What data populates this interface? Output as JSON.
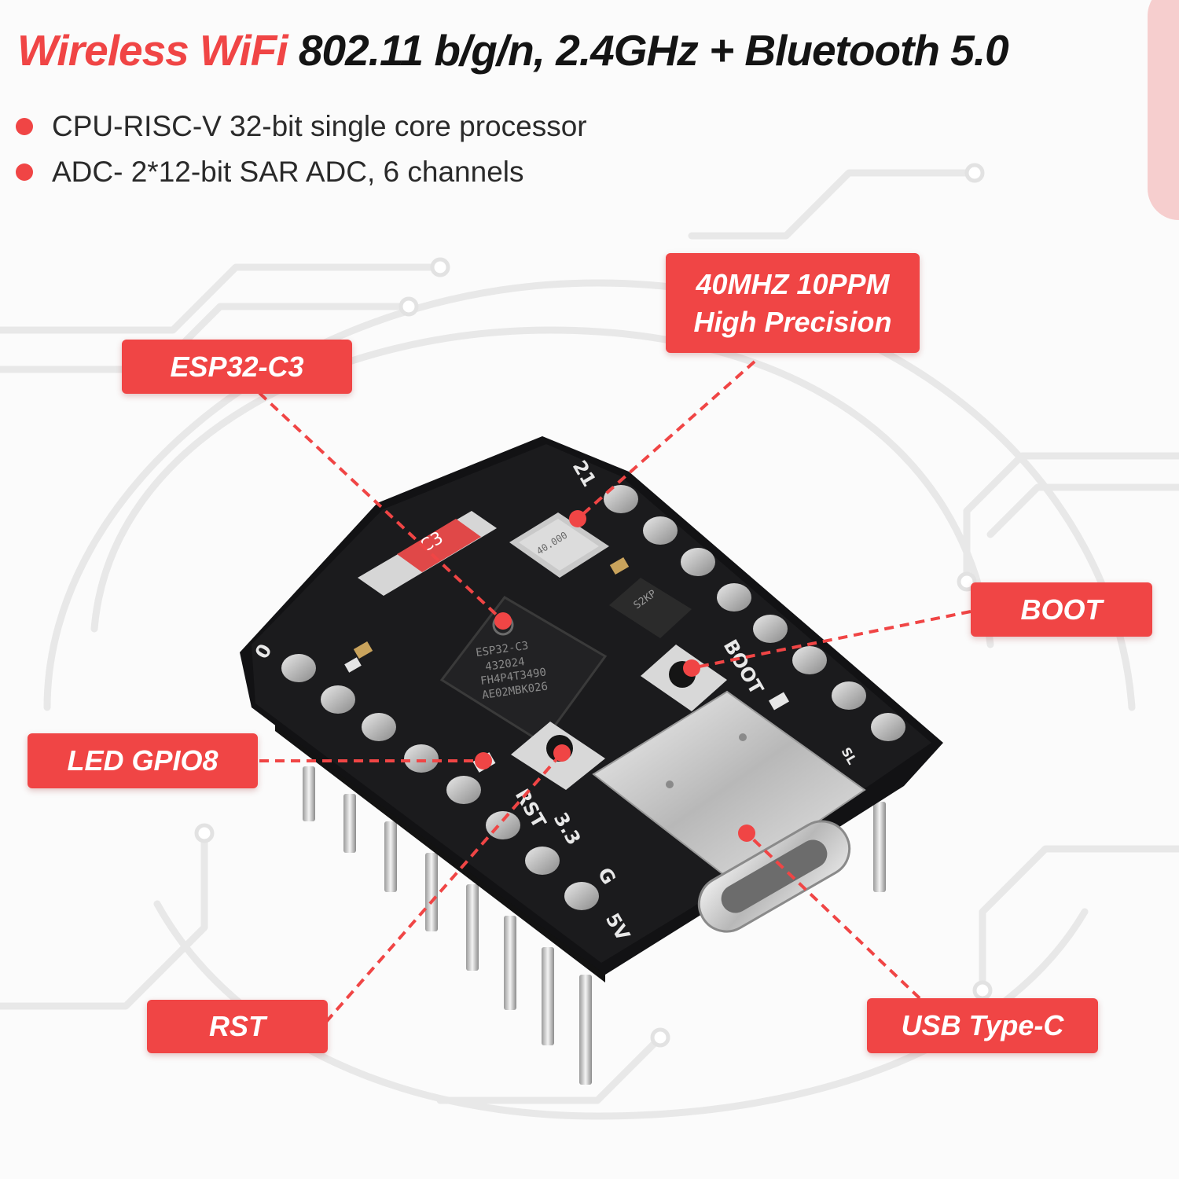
{
  "headline": {
    "accent": "Wireless WiFi",
    "rest": "802.11 b/g/n, 2.4GHz + Bluetooth 5.0"
  },
  "features": [
    "CPU-RISC-V 32-bit single core processor",
    "ADC- 2*12-bit SAR ADC, 6 channels"
  ],
  "callouts": {
    "crystal": {
      "line1": "40MHZ 10PPM",
      "line2": "High Precision"
    },
    "chip": "ESP32-C3",
    "boot": "BOOT",
    "led": "LED GPIO8",
    "rst": "RST",
    "usb": "USB Type-C"
  },
  "board_markings": {
    "chip_line1": "ESP32-C3",
    "chip_line2": "432024",
    "chip_line3": "FH4P4T3490",
    "chip_line4": "AE02MBK026",
    "antenna": "C3",
    "crystal": "40.000",
    "regulator": "S2KP",
    "pin_top": "21",
    "pin_left": "0",
    "pin_5v": "5V",
    "pin_g": "G",
    "pin_33": "3.3",
    "rst_silk": "RST",
    "boot_silk": "BOOT",
    "led_silk": "SL"
  },
  "colors": {
    "accent": "#f04545",
    "board": "#1b1b1d",
    "text_dark": "#141414",
    "background": "#fbfbfb"
  }
}
